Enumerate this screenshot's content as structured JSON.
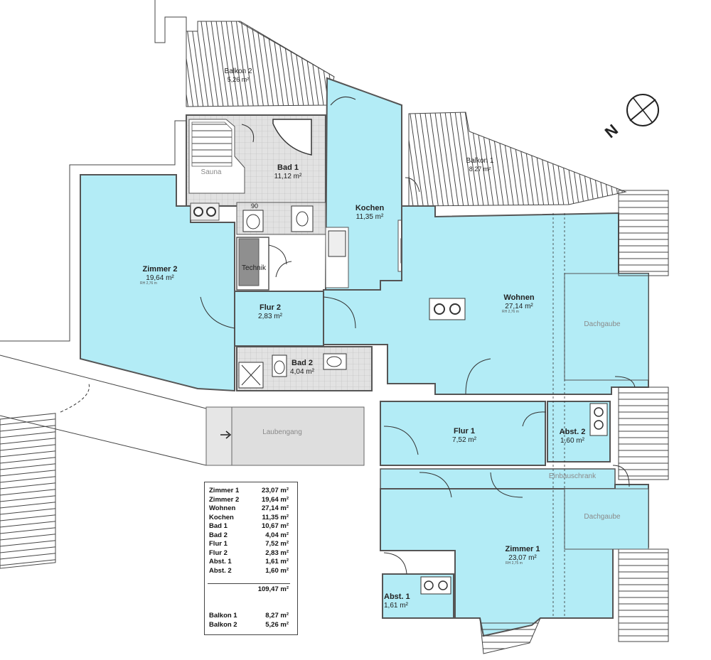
{
  "rooms": {
    "balkon2": {
      "name": "Balkon 2",
      "area": "5,26 m²"
    },
    "balkon1": {
      "name": "Balkon 1",
      "area": "8,27 m²"
    },
    "bad1": {
      "name": "Bad 1",
      "area": "11,12 m²"
    },
    "sauna": {
      "name": "Sauna"
    },
    "kochen": {
      "name": "Kochen",
      "area": "11,35 m²"
    },
    "zimmer2": {
      "name": "Zimmer 2",
      "area": "19,64 m²",
      "rh": "RH 2,76 m"
    },
    "technik": {
      "name": "Technik"
    },
    "flur2": {
      "name": "Flur 2",
      "area": "2,83 m²"
    },
    "wohnen": {
      "name": "Wohnen",
      "area": "27,14 m²",
      "rh": "RH 2,76 m"
    },
    "dachgaube_top": {
      "name": "Dachgaube"
    },
    "bad2": {
      "name": "Bad 2",
      "area": "4,04 m²"
    },
    "laubengang": {
      "name": "Laubengang"
    },
    "flur1": {
      "name": "Flur 1",
      "area": "7,52 m²"
    },
    "abst2": {
      "name": "Abst. 2",
      "area": "1,60 m²"
    },
    "einbauschrank": {
      "name": "Einbauschrank"
    },
    "dachgaube_bottom": {
      "name": "Dachgaube"
    },
    "zimmer1": {
      "name": "Zimmer 1",
      "area": "23,07 m²",
      "rh": "RH 2,75 m"
    },
    "abst1": {
      "name": "Abst. 1",
      "area": "1,61 m²"
    }
  },
  "dimension": {
    "wc_width": "90"
  },
  "north_label": "N",
  "area_table": {
    "rows": [
      {
        "name": "Zimmer 1",
        "value": "23,07 m²"
      },
      {
        "name": "Zimmer 2",
        "value": "19,64 m²"
      },
      {
        "name": "Wohnen",
        "value": "27,14 m²"
      },
      {
        "name": "Kochen",
        "value": "11,35 m²"
      },
      {
        "name": "Bad 1",
        "value": "10,67 m²"
      },
      {
        "name": "Bad 2",
        "value": "4,04 m²"
      },
      {
        "name": "Flur 1",
        "value": "7,52 m²"
      },
      {
        "name": "Flur 2",
        "value": "2,83 m²"
      },
      {
        "name": "Abst. 1",
        "value": "1,61 m²"
      },
      {
        "name": "Abst. 2",
        "value": "1,60 m²"
      }
    ],
    "total": "109,47 m²",
    "balconies": [
      {
        "name": "Balkon 1",
        "value": "8,27 m²"
      },
      {
        "name": "Balkon 2",
        "value": "5,26 m²"
      }
    ]
  },
  "colors": {
    "room_fill": "#b3ecf6",
    "tile_fill": "#dcdcdc",
    "wall": "#555555"
  }
}
